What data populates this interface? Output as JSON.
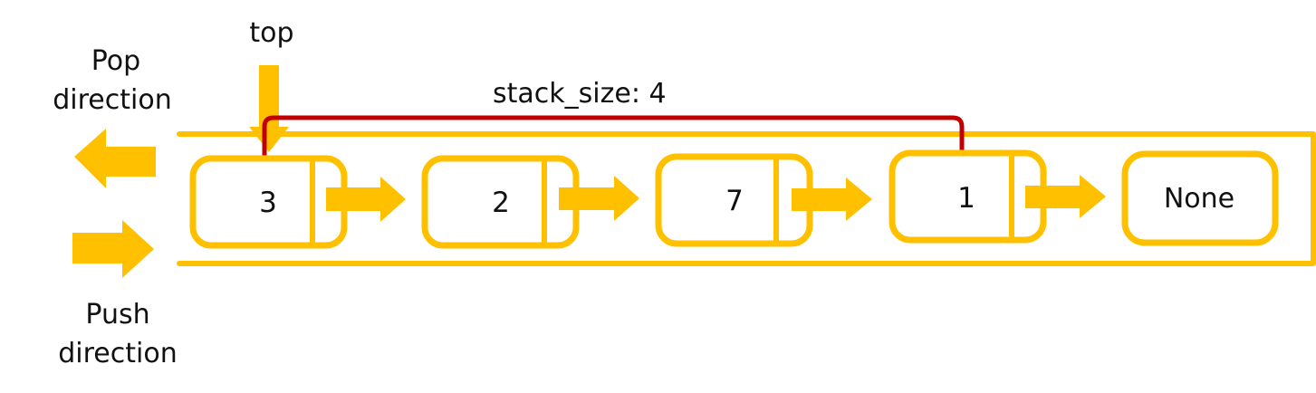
{
  "labels": {
    "top": "top",
    "pop_line1": "Pop",
    "pop_line2": "direction",
    "push_line1": "Push",
    "push_line2": "direction",
    "stack_size": "stack_size: 4"
  },
  "nodes": [
    {
      "value": "3"
    },
    {
      "value": "2"
    },
    {
      "value": "7"
    },
    {
      "value": "1"
    }
  ],
  "terminal": {
    "value": "None"
  },
  "colors": {
    "accent": "#FFC000",
    "pointer": "#C00000",
    "text": "#111111"
  }
}
